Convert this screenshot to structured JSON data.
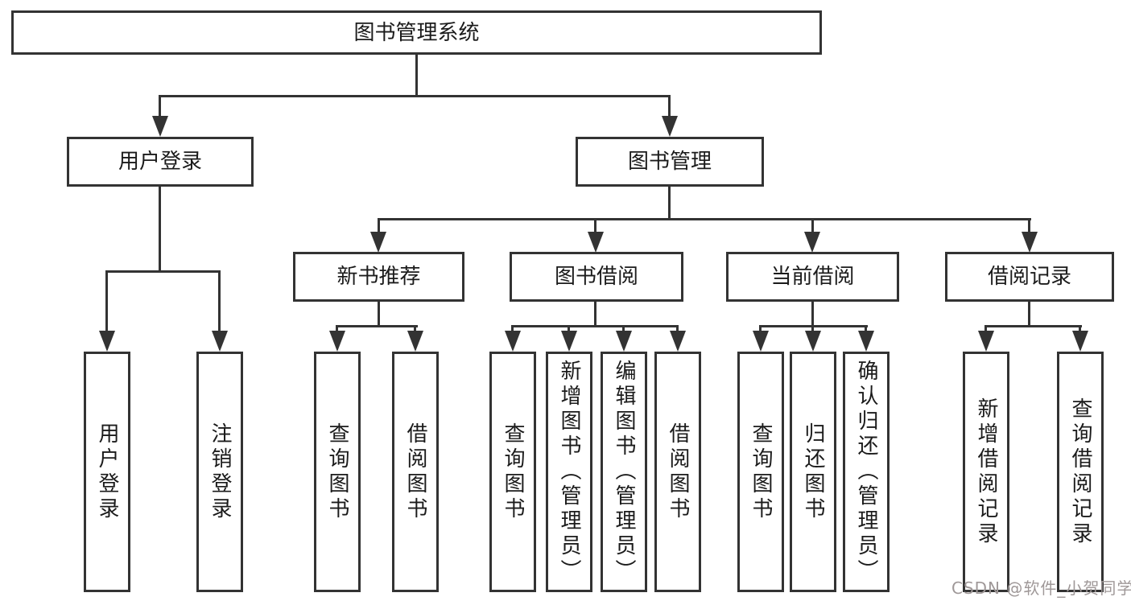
{
  "nodes": {
    "root": {
      "label": "图书管理系统"
    },
    "level2": [
      {
        "id": "user-login",
        "label": "用户登录",
        "parent": "root"
      },
      {
        "id": "book-management",
        "label": "图书管理",
        "parent": "root"
      }
    ],
    "level3": [
      {
        "id": "new-book-recommendation",
        "label": "新书推荐",
        "parent": "book-management"
      },
      {
        "id": "book-borrowing",
        "label": "图书借阅",
        "parent": "book-management"
      },
      {
        "id": "current-borrowing",
        "label": "当前借阅",
        "parent": "book-management"
      },
      {
        "id": "borrowing-records",
        "label": "借阅记录",
        "parent": "book-management"
      }
    ],
    "leaves": [
      {
        "label": "用户登录",
        "parent": "user-login"
      },
      {
        "label": "注销登录",
        "parent": "user-login"
      },
      {
        "label": "查询图书",
        "parent": "new-book-recommendation"
      },
      {
        "label": "借阅图书",
        "parent": "new-book-recommendation"
      },
      {
        "label": "查询图书",
        "parent": "book-borrowing"
      },
      {
        "label": "新增图书（管理员）",
        "parent": "book-borrowing"
      },
      {
        "label": "编辑图书（管理员）",
        "parent": "book-borrowing"
      },
      {
        "label": "借阅图书",
        "parent": "book-borrowing"
      },
      {
        "label": "查询图书",
        "parent": "current-borrowing"
      },
      {
        "label": "归还图书",
        "parent": "current-borrowing"
      },
      {
        "label": "确认归还（管理员）",
        "parent": "current-borrowing"
      },
      {
        "label": "新增借阅记录",
        "parent": "borrowing-records"
      },
      {
        "label": "查询借阅记录",
        "parent": "borrowing-records"
      }
    ]
  },
  "watermark": {
    "text": "CSDN @软件_小贺同学"
  },
  "colors": {
    "line": "#333333",
    "box_background": "#ffffff",
    "text": "#1b1b1b",
    "watermark": "#9f9898"
  }
}
